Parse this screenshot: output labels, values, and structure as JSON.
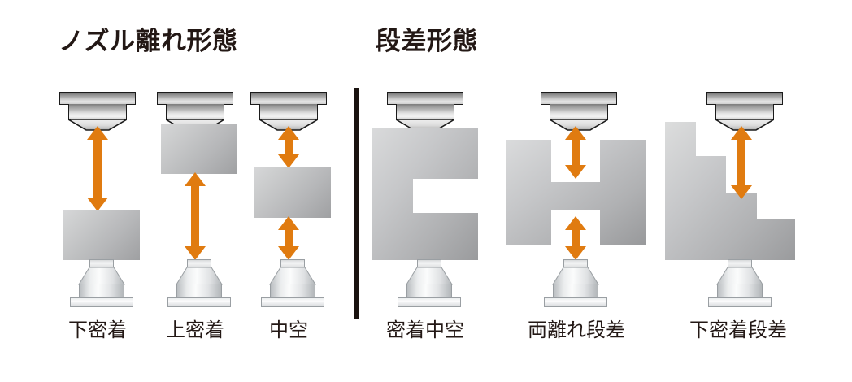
{
  "headings": {
    "left": "ノズル離れ形態",
    "right": "段差形態"
  },
  "colors": {
    "arrow": "#E07B10",
    "text": "#231815",
    "divider": "#1A1310",
    "workpiece_light": "#D6D7D8",
    "workpiece_dark": "#9FA0A2",
    "nozzle_dark": "#6E6E6E",
    "pedestal_light": "#FBFCFC",
    "background": "#FFFFFF"
  },
  "divider": {
    "present": true
  },
  "groups": [
    {
      "name": "nozzle-separation-group",
      "heading": "ノズル離れ形態",
      "columns": [
        {
          "id": "col-1",
          "caption": "下密着",
          "shape": "rectangle",
          "contact": "bottom",
          "arrows": 1,
          "arrow_positions": [
            "nozzle-to-workpiece"
          ]
        },
        {
          "id": "col-2",
          "caption": "上密着",
          "shape": "rectangle",
          "contact": "top",
          "arrows": 1,
          "arrow_positions": [
            "workpiece-to-pedestal"
          ]
        },
        {
          "id": "col-3",
          "caption": "中空",
          "shape": "rectangle",
          "contact": "none",
          "arrows": 2,
          "arrow_positions": [
            "nozzle-to-workpiece",
            "workpiece-to-pedestal"
          ]
        }
      ]
    },
    {
      "name": "step-difference-group",
      "heading": "段差形態",
      "columns": [
        {
          "id": "col-4",
          "caption": "密着中空",
          "shape": "c-notch",
          "contact": "both",
          "arrows": 0,
          "arrow_positions": []
        },
        {
          "id": "col-5",
          "caption": "両離れ段差",
          "shape": "h-notch",
          "contact": "none",
          "arrows": 2,
          "arrow_positions": [
            "nozzle-to-notch",
            "notch-to-pedestal"
          ]
        },
        {
          "id": "col-6",
          "caption": "下密着段差",
          "shape": "staircase",
          "contact": "bottom",
          "arrows": 1,
          "arrow_positions": [
            "nozzle-to-step"
          ]
        }
      ]
    }
  ],
  "captions": {
    "c1": "下密着",
    "c2": "上密着",
    "c3": "中空",
    "c4": "密着中空",
    "c5": "両離れ段差",
    "c6": "下密着段差"
  }
}
